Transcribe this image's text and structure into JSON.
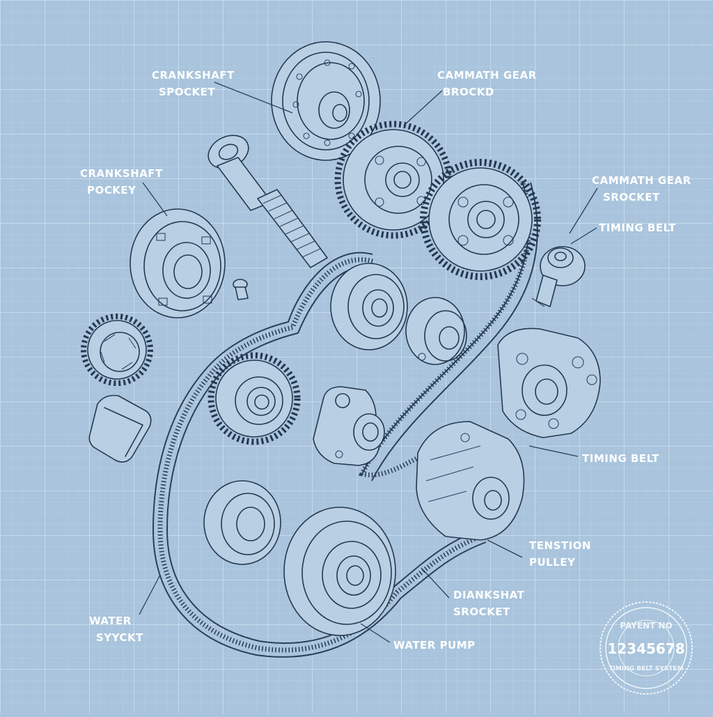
{
  "diagram": {
    "labels": {
      "crankshaft_sprocket_top": [
        "CRANKSHAFT",
        "SPOCKET"
      ],
      "cammath_gear_top": [
        "CAMMATH GEAR",
        "BROCKD"
      ],
      "crankshaft_pocket": [
        "CRANKSHAFT",
        "POCKEY"
      ],
      "cammath_gear_right": [
        "CAMMATH GEAR",
        "SROCKET"
      ],
      "timing_belt_top": [
        "TIMING BELT"
      ],
      "timing_belt_mid": [
        "TIMING BELT"
      ],
      "tension_pulley": [
        "TENSTION",
        "PULLEY"
      ],
      "diankshat_srocket": [
        "DIANKSHAT",
        "SROCKET"
      ],
      "water_syyckt": [
        "WATER",
        "SYYCKT"
      ],
      "water_pump": [
        "WATER PUMP"
      ]
    },
    "stamp": {
      "top_text": "PAYENT NO",
      "number": "12345678",
      "bottom_text": "TIMING BELT SYSTEM"
    }
  },
  "colors": {
    "background": "#a9c4dc",
    "grid_major": "#d2e2f0",
    "grid_minor": "#bcd3e7",
    "ink": "#24384f",
    "label": "#ffffff"
  }
}
